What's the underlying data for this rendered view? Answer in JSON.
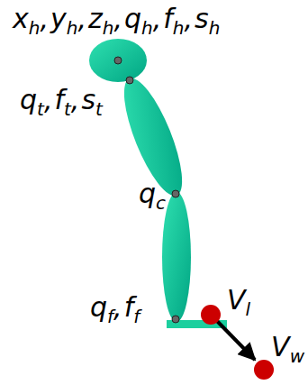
{
  "diagram": {
    "labels": [
      "x",
      "h",
      ",",
      "y",
      "h",
      ",",
      "z",
      "h",
      ",",
      "q",
      "h",
      ",",
      "f",
      "h",
      ",",
      "s",
      "h",
      "q",
      "t",
      ",",
      "f",
      "t",
      ",",
      "s",
      "t",
      "q",
      "c",
      "q",
      "f",
      ",",
      "f",
      "f",
      "V",
      "l",
      "V",
      "w"
    ]
  }
}
